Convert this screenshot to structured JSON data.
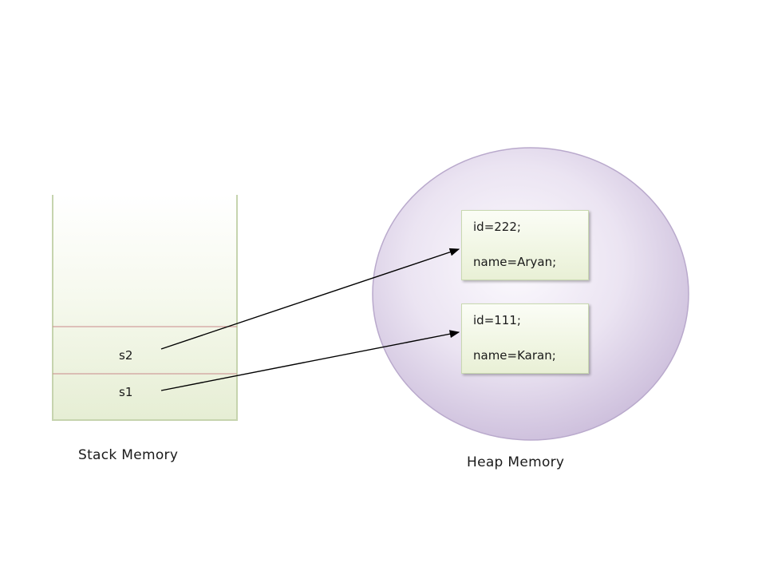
{
  "stack": {
    "caption": "Stack Memory",
    "slots": [
      {
        "label": "s2"
      },
      {
        "label": "s1"
      }
    ]
  },
  "heap": {
    "caption": "Heap Memory",
    "objects": [
      {
        "id_line": "id=222;",
        "name_line": "name=Aryan;"
      },
      {
        "id_line": "id=111;",
        "name_line": "name=Karan;"
      }
    ]
  },
  "references": [
    {
      "from": "s2",
      "to": "id=222;"
    },
    {
      "from": "s1",
      "to": "id=111;"
    }
  ],
  "colors": {
    "stack_fill": "#eef3e0",
    "stack_edge": "#c6d4ae",
    "slot_divider": "#c98a8a",
    "heap_fill_center": "#fbf8fd",
    "heap_fill_edge": "#ccbfdb",
    "heap_edge": "#b9a9cc",
    "arrow": "#000000"
  }
}
